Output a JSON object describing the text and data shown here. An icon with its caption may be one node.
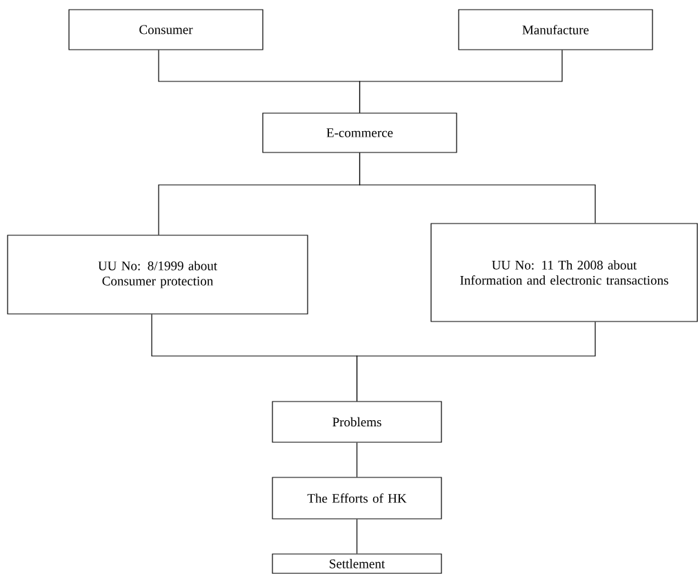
{
  "diagram": {
    "nodes": [
      {
        "text": [
          "Consumer"
        ]
      },
      {
        "text": [
          "Manufacture"
        ]
      },
      {
        "text": [
          "E-commerce"
        ]
      },
      {
        "text": [
          "UU No: 8/1999 about Consumer protection"
        ]
      },
      {
        "text": [
          "UU No: 11 Th 2008 about Information and electronic transactions"
        ]
      },
      {
        "text": [
          "Problems"
        ]
      },
      {
        "text": [
          "The Efforts of HK"
        ]
      },
      {
        "text": [
          "Settlement"
        ]
      }
    ],
    "edges": [
      {
        "from": 0,
        "to": 2,
        "arrow": "none"
      },
      {
        "from": 1,
        "to": 2,
        "arrow": "none"
      },
      {
        "from": 2,
        "to": 3,
        "arrow": "none"
      },
      {
        "from": 2,
        "to": 4,
        "arrow": "none"
      },
      {
        "from": 3,
        "to": 5,
        "arrow": "none"
      },
      {
        "from": 4,
        "to": 5,
        "arrow": "none"
      },
      {
        "from": 5,
        "to": 6,
        "arrow": "none"
      },
      {
        "from": 6,
        "to": 7,
        "arrow": "none"
      }
    ]
  }
}
